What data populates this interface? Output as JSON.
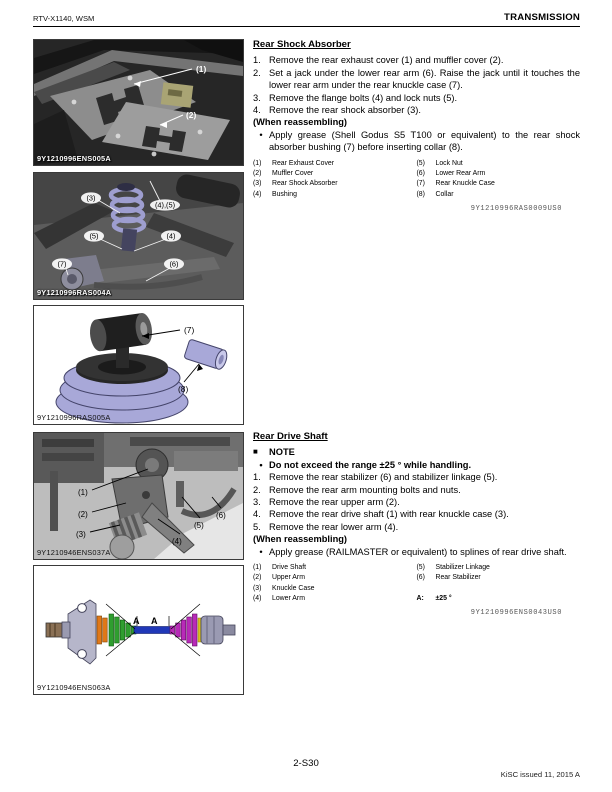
{
  "header": {
    "left": "RTV-X1140, WSM",
    "right": "TRANSMISSION"
  },
  "footer": {
    "page_number": "2-S30",
    "issued": "KiSC issued 11, 2015 A"
  },
  "sections": {
    "shock": {
      "title": "Rear Shock Absorber",
      "steps": [
        {
          "num": "1.",
          "text": "Remove the rear exhaust cover (1) and muffler cover (2)."
        },
        {
          "num": "2.",
          "text": "Set a jack under the lower rear arm (6). Raise the jack until it touches the lower rear arm under the rear knuckle case (7)."
        },
        {
          "num": "3.",
          "text": "Remove the flange bolts (4) and lock nuts (5)."
        },
        {
          "num": "4.",
          "text": "Remove the rear shock absorber (3)."
        }
      ],
      "reassembling": "(When reassembling)",
      "bullet": "•",
      "reassembling_note": "Apply grease (Shell Godus S5 T100 or equivalent) to the rear shock absorber bushing (7) before inserting collar (8).",
      "parts_left": [
        {
          "num": "(1)",
          "label": "Rear Exhaust Cover"
        },
        {
          "num": "(2)",
          "label": "Muffler Cover"
        },
        {
          "num": "(3)",
          "label": "Rear Shock Absorber"
        },
        {
          "num": "(4)",
          "label": "Bushing"
        }
      ],
      "parts_right": [
        {
          "num": "(5)",
          "label": "Lock Nut"
        },
        {
          "num": "(6)",
          "label": "Lower Rear Arm"
        },
        {
          "num": "(7)",
          "label": "Rear Knuckle Case"
        },
        {
          "num": "(8)",
          "label": "Collar"
        }
      ],
      "code": "9Y1210996RAS0009US0"
    },
    "drive": {
      "title": "Rear Drive Shaft",
      "note_marker": "■",
      "note_label": "NOTE",
      "note_bullet": "•",
      "note_text": "Do not exceed the range ±25 ° while handling.",
      "steps": [
        {
          "num": "1.",
          "text": "Remove the rear stabilizer (6) and stabilizer linkage (5)."
        },
        {
          "num": "2.",
          "text": "Remove the rear arm mounting bolts and nuts."
        },
        {
          "num": "3.",
          "text": "Remove the rear upper arm (2)."
        },
        {
          "num": "4.",
          "text": "Remove the rear drive shaft (1) with rear knuckle case (3)."
        },
        {
          "num": "5.",
          "text": "Remove the rear lower arm (4)."
        }
      ],
      "reassembling": "(When reassembling)",
      "bullet": "•",
      "reassembling_note": "Apply grease (RAILMASTER or equivalent) to splines of rear drive shaft.",
      "parts_left": [
        {
          "num": "(1)",
          "label": "Drive Shaft"
        },
        {
          "num": "(2)",
          "label": "Upper Arm"
        },
        {
          "num": "(3)",
          "label": "Knuckle Case"
        },
        {
          "num": "(4)",
          "label": "Lower Arm"
        }
      ],
      "parts_right": [
        {
          "num": "(5)",
          "label": "Stabilizer Linkage"
        },
        {
          "num": "(6)",
          "label": "Rear Stabilizer"
        }
      ],
      "angle": {
        "label": "A:",
        "value": "±25 °"
      },
      "code": "9Y1210996ENS0043US0"
    }
  },
  "figures": {
    "fig1": {
      "caption": "9Y1210996ENS005A",
      "labels": [
        "(1)",
        "(2)"
      ]
    },
    "fig2": {
      "caption": "9Y1210996RAS004A",
      "labels": [
        "(3)",
        "(4),(5)",
        "(5)",
        "(4)",
        "(7)",
        "(6)"
      ]
    },
    "fig3": {
      "caption": "9Y1210996RAS005A",
      "labels": [
        "(7)",
        "(8)"
      ]
    },
    "fig4": {
      "caption": "9Y1210946ENS037A",
      "labels": [
        "(1)",
        "(2)",
        "(3)",
        "(4)",
        "(5)",
        "(6)"
      ]
    },
    "fig5": {
      "caption": "9Y1210946ENS063A",
      "labels": [
        "A",
        "A"
      ]
    }
  },
  "colors": {
    "spring_lavender": "#a4a4d6",
    "boot_orange": "#e07818",
    "boot_green": "#2f9e2f",
    "shaft_blue": "#2038b8",
    "boot_magenta": "#b82ab8"
  }
}
